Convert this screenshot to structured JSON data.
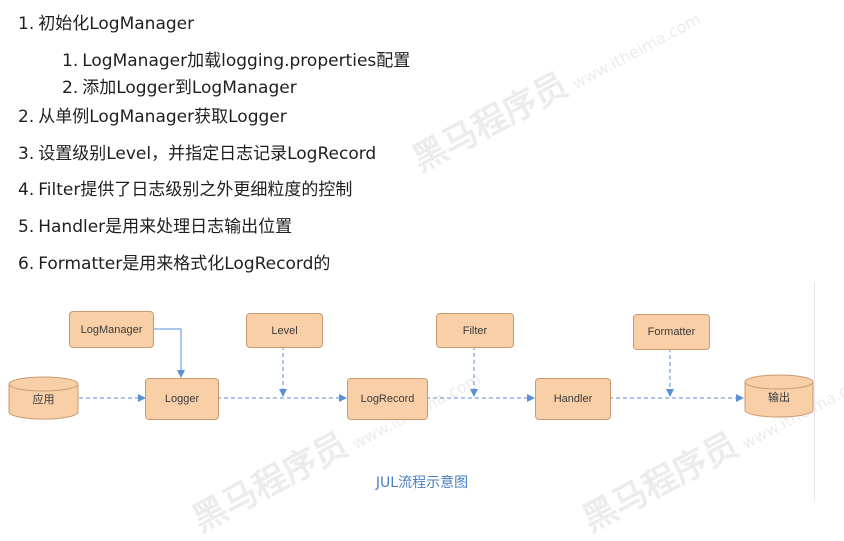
{
  "list": {
    "items": [
      {
        "num": "1.",
        "text": "初始化LogManager",
        "level": 0
      },
      {
        "num": "1.",
        "text": "LogManager加载logging.properties配置",
        "level": 1
      },
      {
        "num": "2.",
        "text": "添加Logger到LogManager",
        "level": 1
      },
      {
        "num": "2.",
        "text": "从单例LogManager获取Logger",
        "level": 0
      },
      {
        "num": "3.",
        "text": "设置级别Level，并指定日志记录LogRecord",
        "level": 0
      },
      {
        "num": "4.",
        "text": "Filter提供了日志级别之外更细粒度的控制",
        "level": 0
      },
      {
        "num": "5.",
        "text": "Handler是用来处理日志输出位置",
        "level": 0
      },
      {
        "num": "6.",
        "text": "Formatter是用来格式化LogRecord的",
        "level": 0
      }
    ]
  },
  "diagram": {
    "nodes": {
      "app": "应用",
      "log_manager": "LogManager",
      "logger": "Logger",
      "level": "Level",
      "log_record": "LogRecord",
      "filter": "Filter",
      "handler": "Handler",
      "formatter": "Formatter",
      "output": "输出"
    },
    "caption": "JUL流程示意图",
    "colors": {
      "box_fill": "#f9cfa8",
      "box_border": "#c99a70",
      "arrow": "#5b8fd6",
      "caption": "#4a7ec2"
    }
  },
  "watermark": {
    "brand": "黑马程序员",
    "site": "www.itheima.com"
  }
}
